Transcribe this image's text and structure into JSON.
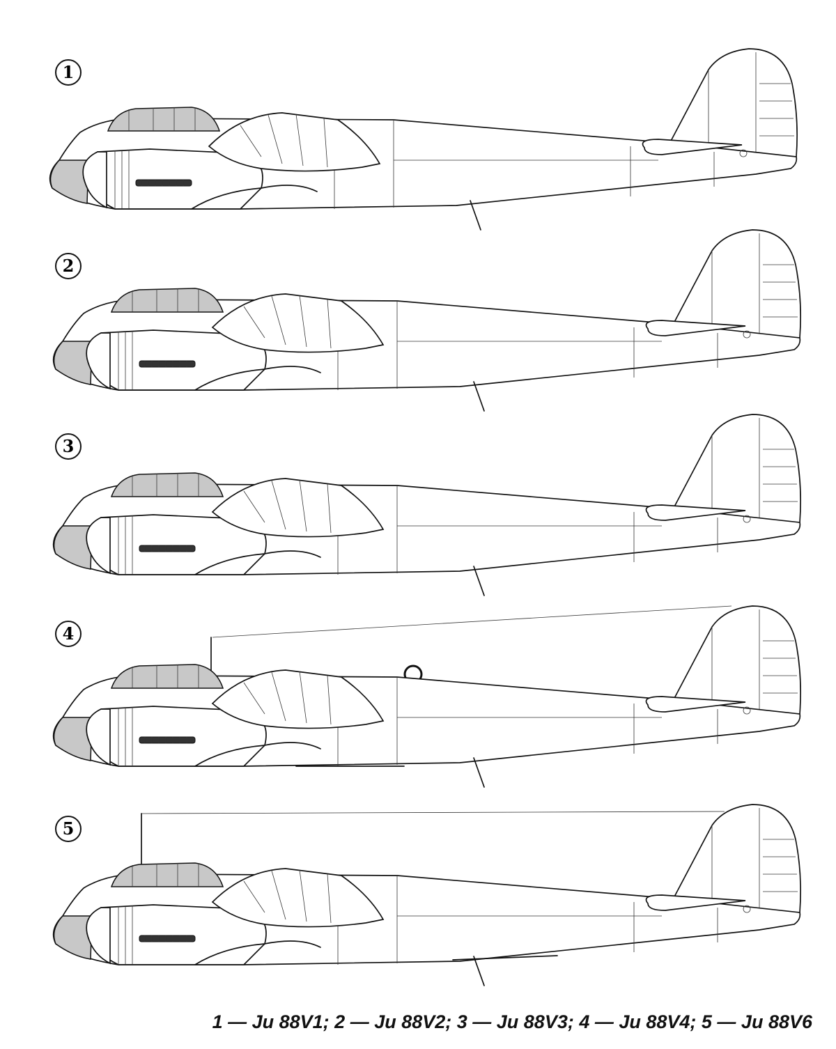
{
  "profiles": [
    {
      "number": "1",
      "variant": "Ju 88V1"
    },
    {
      "number": "2",
      "variant": "Ju 88V2"
    },
    {
      "number": "3",
      "variant": "Ju 88V3"
    },
    {
      "number": "4",
      "variant": "Ju 88V4"
    },
    {
      "number": "5",
      "variant": "Ju 88V6"
    }
  ],
  "caption": "1 — Ju 88V1; 2 — Ju 88V2; 3 — Ju 88V3; 4 — Ju 88V4; 5 — Ju 88V6",
  "colors": {
    "line": "#111111",
    "glazing": "#c8c8c8",
    "background": "#ffffff"
  }
}
